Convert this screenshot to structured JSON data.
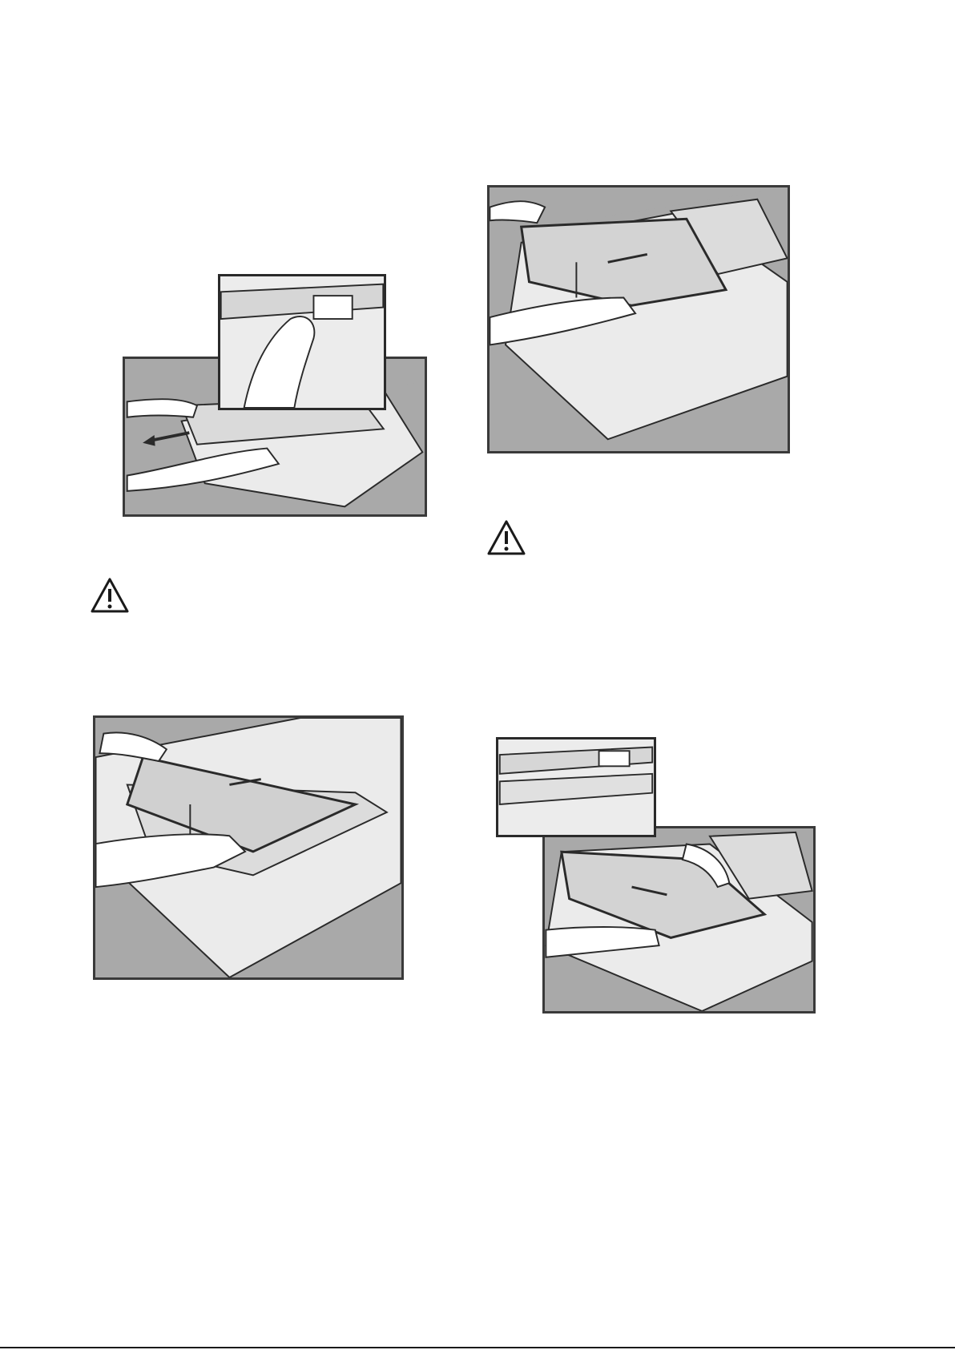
{
  "figures": [
    {
      "name": "figure-remove-door-trim",
      "icon": "hand-pulling-trim-illustration"
    },
    {
      "name": "figure-lift-inner-glass",
      "icon": "hands-lifting-glass-illustration"
    },
    {
      "name": "figure-lift-outer-glass",
      "icon": "hands-lifting-glass-panel-illustration"
    },
    {
      "name": "figure-insert-glass",
      "icon": "hands-inserting-glass-illustration"
    }
  ],
  "warnings": [
    {
      "name": "warning-icon-left",
      "icon": "warning-triangle-icon"
    },
    {
      "name": "warning-icon-right",
      "icon": "warning-triangle-icon"
    }
  ],
  "colors": {
    "background": "#a9a9a9",
    "surface": "#ebebeb",
    "ink": "#2a2a2a"
  }
}
